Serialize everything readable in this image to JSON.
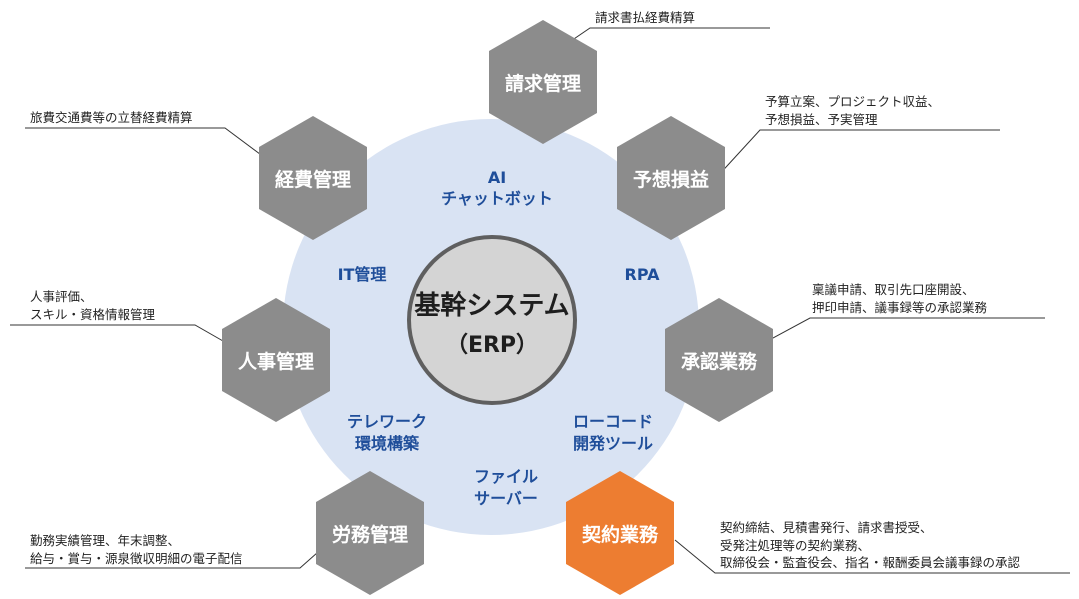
{
  "core": {
    "title": "基幹システム",
    "subtitle": "（ERP）"
  },
  "modules": {
    "seikyu": {
      "label": "請求管理",
      "note": [
        "請求書払経費精算"
      ]
    },
    "yoso": {
      "label": "予想損益",
      "note": [
        "予算立案、プロジェクト収益、",
        "予想損益、予実管理"
      ]
    },
    "shonin": {
      "label": "承認業務",
      "note": [
        "稟議申請、取引先口座開設、",
        "押印申請、議事録等の承認業務"
      ]
    },
    "keiyaku": {
      "label": "契約業務",
      "note": [
        "契約締結、見積書発行、請求書授受、",
        "受発注処理等の契約業務、",
        "取締役会・監査役会、指名・報酬委員会議事録の承認"
      ]
    },
    "romu": {
      "label": "労務管理",
      "note": [
        "勤務実績管理、年末調整、",
        "給与・賞与・源泉徴収明細の電子配信"
      ]
    },
    "jinji": {
      "label": "人事管理",
      "note": [
        "人事評価、",
        "スキル・資格情報管理"
      ]
    },
    "keihi": {
      "label": "経費管理",
      "note": [
        "旅費交通費等の立替経費精算"
      ]
    }
  },
  "technologies": {
    "ai": [
      "AI",
      "チャットボット"
    ],
    "rpa": [
      "RPA"
    ],
    "lowcode": [
      "ローコード",
      "開発ツール"
    ],
    "file": [
      "ファイル",
      "サーバー"
    ],
    "telework": [
      "テレワーク",
      "環境構築"
    ],
    "it": [
      "IT管理"
    ]
  },
  "colors": {
    "hex_default": "#8c8c8c",
    "hex_highlight": "#ed7d31",
    "ring": "#d9e3f3",
    "core_fill": "#d4d4d4",
    "core_stroke": "#5f5f5f",
    "tech_text": "#1f4e9a"
  }
}
